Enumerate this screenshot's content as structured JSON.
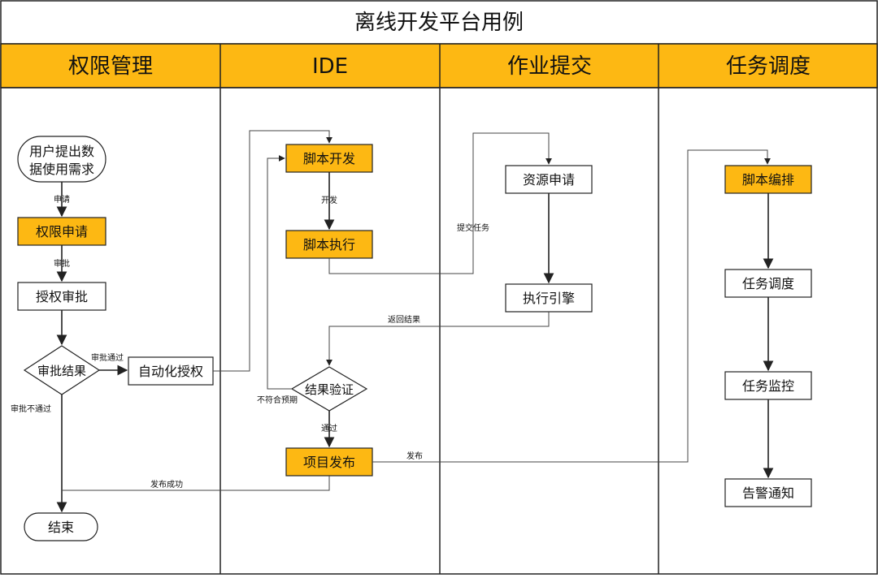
{
  "title": "离线开发平台用例",
  "lanes": [
    {
      "label": "权限管理"
    },
    {
      "label": "IDE"
    },
    {
      "label": "作业提交"
    },
    {
      "label": "任务调度"
    }
  ],
  "nodes": {
    "user_request": [
      "用户提出数",
      "据使用需求"
    ],
    "permission_apply": "权限申请",
    "auth_approve": "授权审批",
    "approve_result": "审批结果",
    "auto_auth": "自动化授权",
    "end": "结束",
    "script_dev": "脚本开发",
    "script_exec": "脚本执行",
    "result_verify": "结果验证",
    "project_publish": "项目发布",
    "resource_apply": "资源申请",
    "exec_engine": "执行引擎",
    "script_arrange": "脚本编排",
    "task_schedule": "任务调度",
    "task_monitor": "任务监控",
    "alert_notify": "告警通知"
  },
  "edge_labels": {
    "apply": "申请",
    "approve": "审批",
    "approve_pass": "审批通过",
    "approve_fail": "审批不通过",
    "develop": "开发",
    "submit_task": "提交任务",
    "return_result": "返回结果",
    "not_expected": "不符合预期",
    "pass": "通过",
    "publish": "发布",
    "publish_success": "发布成功"
  },
  "colors": {
    "lane_header": "#FDB813",
    "highlight": "#FDB813",
    "plain": "#FFFFFF",
    "border": "#222222"
  }
}
